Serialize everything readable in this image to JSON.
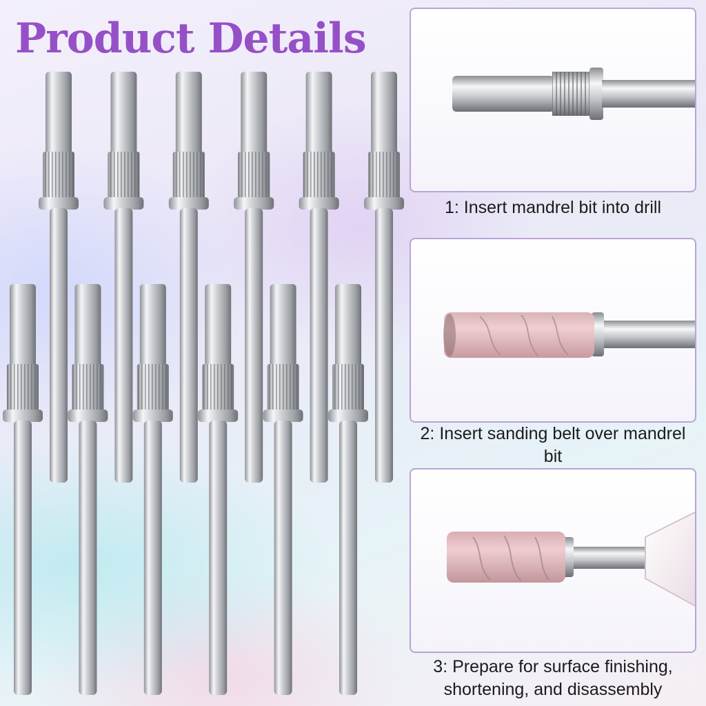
{
  "title": "Product Details",
  "product": {
    "name": "mandrel bit",
    "count": 12
  },
  "steps": [
    {
      "label": "1: Insert mandrel bit into drill"
    },
    {
      "label": "2: Insert sanding belt over mandrel bit"
    },
    {
      "label": "3: Prepare for surface finishing, shortening, and disassembly"
    }
  ],
  "colors": {
    "title": "#9650c7",
    "panel_border": "#b9a3d6",
    "metal": "#c9cbcf",
    "sanding_band": "#e8c3c6"
  }
}
